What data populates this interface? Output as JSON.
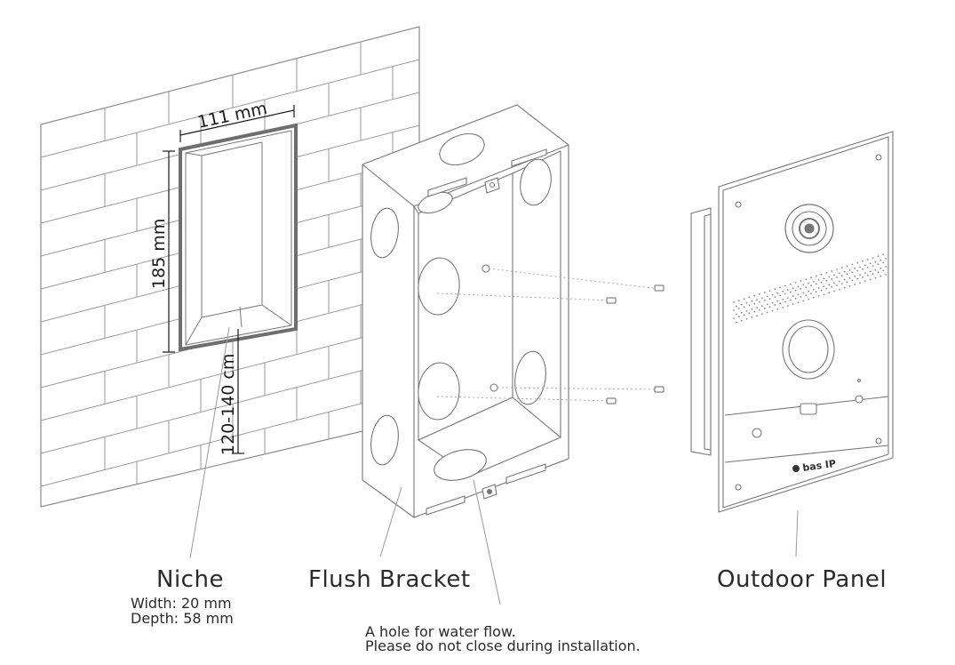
{
  "dimensions": {
    "width": "111 mm",
    "height": "185 mm",
    "mount_height": "120-140 cm"
  },
  "labels": {
    "niche": "Niche",
    "niche_width": "Width: 20 mm",
    "niche_depth": "Depth: 58 mm",
    "flush_bracket": "Flush Bracket",
    "outdoor_panel": "Outdoor Panel",
    "water_note_1": "A hole for water flow.",
    "water_note_2": "Please do not close during installation."
  },
  "brand": "bas IP"
}
